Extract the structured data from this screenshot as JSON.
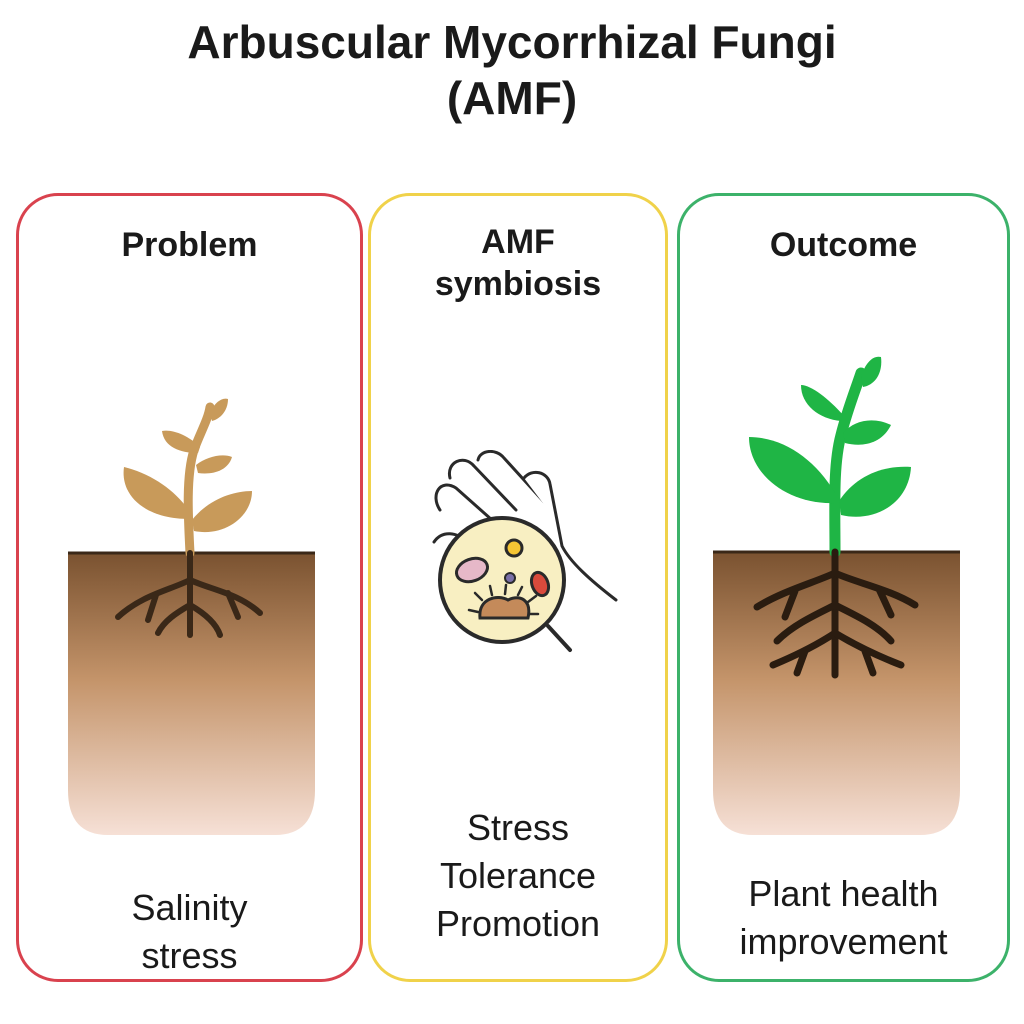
{
  "title": {
    "line1": "Arbuscular Mycorrhizal Fungi",
    "line2": "(AMF)"
  },
  "panels": {
    "problem": {
      "heading": "Problem",
      "caption": [
        "Salinity",
        "stress"
      ]
    },
    "amf": {
      "heading": [
        "AMF",
        "symbiosis"
      ],
      "caption": [
        "Stress",
        "Tolerance",
        "Promotion"
      ]
    },
    "outcome": {
      "heading": "Outcome",
      "caption": [
        "Plant health",
        "improvement"
      ]
    }
  },
  "colors": {
    "problem_border": "#d9424e",
    "amf_border": "#f0d24a",
    "outcome_border": "#3cb26a",
    "wilted_plant": "#c89a5a",
    "healthy_plant": "#1fb545",
    "soil_top": "#7a5230",
    "soil_bottom": "#f6e0d6",
    "root": "#3a2818"
  },
  "icons": {
    "problem": "wilted-plant-icon",
    "amf": "hand-holding-microbes-icon",
    "outcome": "healthy-plant-icon"
  }
}
